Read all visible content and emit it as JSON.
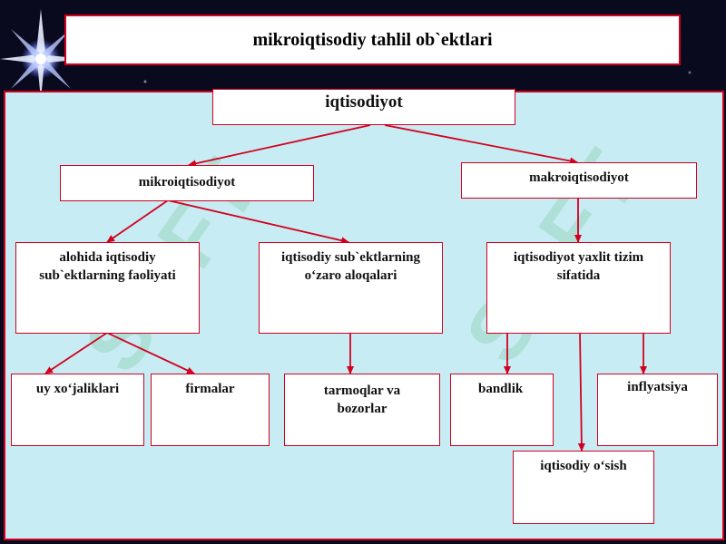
{
  "title": "mikroiqtisodiy tahlil ob`ektlari",
  "nodes": {
    "root": "iqtisodiyot",
    "micro": "mikroiqtisodiyot",
    "macro": "makroiqtisodiyot",
    "individual_activity": "alohida iqtisodiy sub`ektlarning faoliyati",
    "interrelations": "iqtisodiy sub`ektlarning o‘zaro aloqalari",
    "whole_system": "iqtisodiyot yaxlit tizim sifatida",
    "households": "uy xo‘jaliklari",
    "firms": "firmalar",
    "markets": "tarmoqlar va bozorlar",
    "employment": "bandlik",
    "growth": "iqtisodiy o‘sish",
    "inflation": "inflyatsiya"
  },
  "colors": {
    "border": "#d2001e",
    "panel": "#c8ecf4",
    "background": "#0a0a1e"
  },
  "icons": [
    "star-sparkle-icon"
  ]
}
